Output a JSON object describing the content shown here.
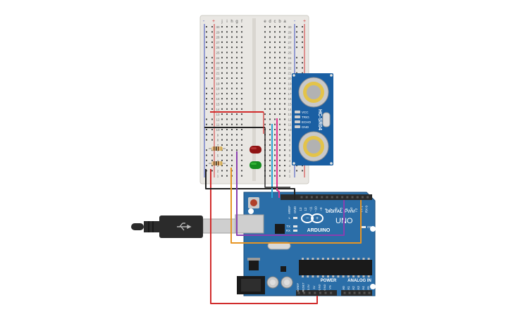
{
  "colors": {
    "breadboard": "#e9e7e3",
    "breadboard_center": "#d9d6d0",
    "hole": "#4a4a4a",
    "rail_red": "#d43a3a",
    "rail_blue": "#3a4fbf",
    "arduino_board": "#2b6ea8",
    "arduino_dark": "#1f5a8d",
    "header": "#2a2a2a",
    "sensor_board": "#1a5fa3",
    "transducer_outer": "#c9c9c9",
    "transducer_inner": "#e3c34a",
    "wire_red": "#d12c2c",
    "wire_black": "#222222",
    "wire_orange": "#e69524",
    "wire_purple": "#8a3fb0",
    "wire_cyan": "#2aa3d6",
    "wire_pink": "#e0338b",
    "led_red": "#8f1414",
    "led_green": "#158c1f",
    "resistor": "#e7c48a",
    "usb_body": "#2b2b2b",
    "usb_plug": "#cfcfcf"
  },
  "breadboard": {
    "col_labels_left": [
      "j",
      "i",
      "h",
      "g",
      "f"
    ],
    "col_labels_right": [
      "e",
      "d",
      "c",
      "b",
      "a"
    ],
    "rail_minus": "-",
    "rail_plus": "+",
    "row_numbers": [
      "30",
      "29",
      "28",
      "27",
      "26",
      "25",
      "24",
      "23",
      "22",
      "21",
      "20",
      "19",
      "18",
      "17",
      "16",
      "15",
      "14",
      "13",
      "12",
      "11",
      "10",
      "9",
      "8",
      "7",
      "6",
      "5",
      "4",
      "3",
      "2",
      "1"
    ]
  },
  "sensor": {
    "model": "HC-SR04",
    "pins": [
      "VCC",
      "TRIG",
      "ECHO",
      "GND"
    ]
  },
  "leds": [
    {
      "name": "red-led",
      "color": "red"
    },
    {
      "name": "green-led",
      "color": "green"
    }
  ],
  "arduino": {
    "logo_text": "ARDUINO",
    "model": "UNO",
    "digital_label": "DIGITAL",
    "pwm_label": "PWM~",
    "power_label": "POWER",
    "analog_label": "ANALOG IN",
    "on_label": "ON",
    "tx_label": "TX",
    "rx_label": "RX",
    "l_label": "L",
    "aref_label": "AREF",
    "gnd_label": "GND",
    "digital_pins": [
      "13",
      "12",
      "~11",
      "~10",
      "~9",
      "8",
      "7",
      "~6",
      "~5",
      "4",
      "~3",
      "2",
      "TX 1",
      "RX 0"
    ],
    "power_pins": [
      "IOREF",
      "RESET",
      "3.3V",
      "5V",
      "GND",
      "GND",
      "Vin"
    ],
    "analog_pins": [
      "A0",
      "A1",
      "A2",
      "A3",
      "A4",
      "A5"
    ]
  }
}
